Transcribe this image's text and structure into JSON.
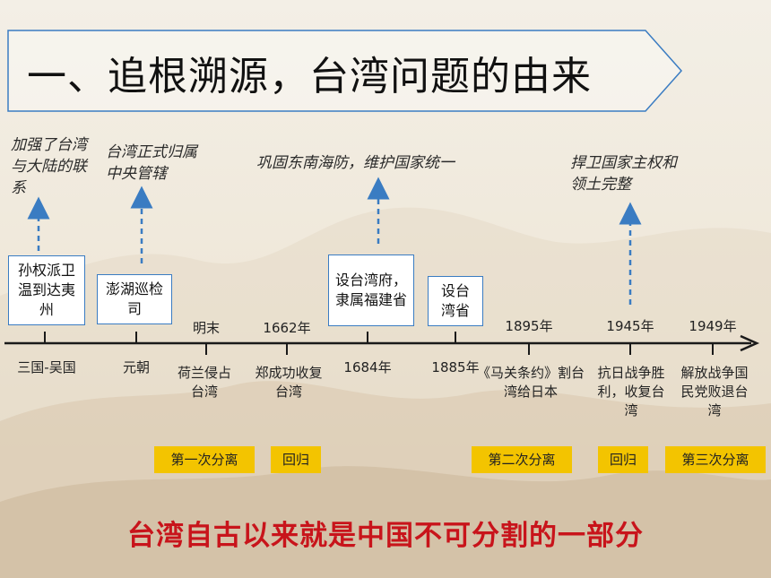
{
  "title": "一、追根溯源，台湾问题的由来",
  "annotations": [
    {
      "id": "a1",
      "text": "加强了台湾与大陆的联系"
    },
    {
      "id": "a2",
      "text": "台湾正式归属中央管辖"
    },
    {
      "id": "a3",
      "text": "巩固东南海防，维护国家统一"
    },
    {
      "id": "a4",
      "text": "捍卫国家主权和领土完整"
    }
  ],
  "events": {
    "sunquan": "孙权派卫温到达夷州",
    "penghu": "澎湖巡检司",
    "taiwanfu": "设台湾府，隶属福建省",
    "sheng": "设台湾省"
  },
  "timeline": {
    "above": {
      "mingmo": "明末",
      "y1662": "1662年",
      "y1895": "1895年",
      "y1945": "1945年",
      "y1949": "1949年"
    },
    "below": {
      "sanguo": "三国-吴国",
      "yuan": "元朝",
      "helan": "荷兰侵占台湾",
      "zheng": "郑成功收复台湾",
      "y1684": "1684年",
      "y1885": "1885年",
      "maguan": "《马关条约》割台湾给日本",
      "kangri": "抗日战争胜利，收复台湾",
      "jiefang": "解放战争国民党败退台湾"
    }
  },
  "badges": {
    "b1": "第一次分离",
    "b2": "回归",
    "b3": "第二次分离",
    "b4": "回归",
    "b5": "第三次分离"
  },
  "footer": "台湾自古以来就是中国不可分割的一部分",
  "colors": {
    "accent_blue": "#3a7cc2",
    "badge_yellow": "#f3c400",
    "footer_red": "#c8141b"
  }
}
